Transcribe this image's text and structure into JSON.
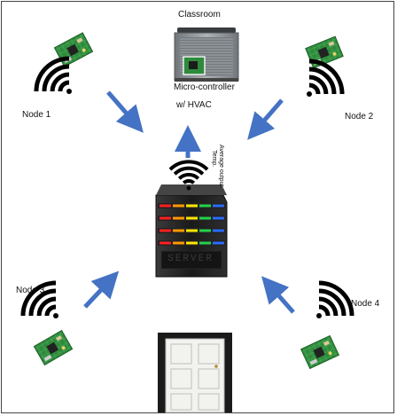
{
  "labels": {
    "classroom": "Classroom",
    "microcontroller_line1": "Micro-controller",
    "microcontroller_line2": "w/ HVAC",
    "node1": "Node 1",
    "node2": "Node 2",
    "node3": "Node 3",
    "node4": "Node 4",
    "average_output": "Average output",
    "temp": "Temp.",
    "server": "SERVER"
  },
  "colors": {
    "arrow": "#4472c4",
    "board": "#2e8b3c",
    "server_body": "#1c1c1c",
    "server_leds": [
      "#ff2020",
      "#ff9a00",
      "#ffe600",
      "#22d24a",
      "#2b6bff"
    ],
    "hvac_body": "#8a8f94",
    "door_frame": "#1a1a1a"
  },
  "icons": {
    "hvac": "hvac-unit-icon",
    "server": "server-icon",
    "door": "door-icon",
    "sensor_board": "circuit-board-icon",
    "wifi": "wifi-signal-icon"
  }
}
